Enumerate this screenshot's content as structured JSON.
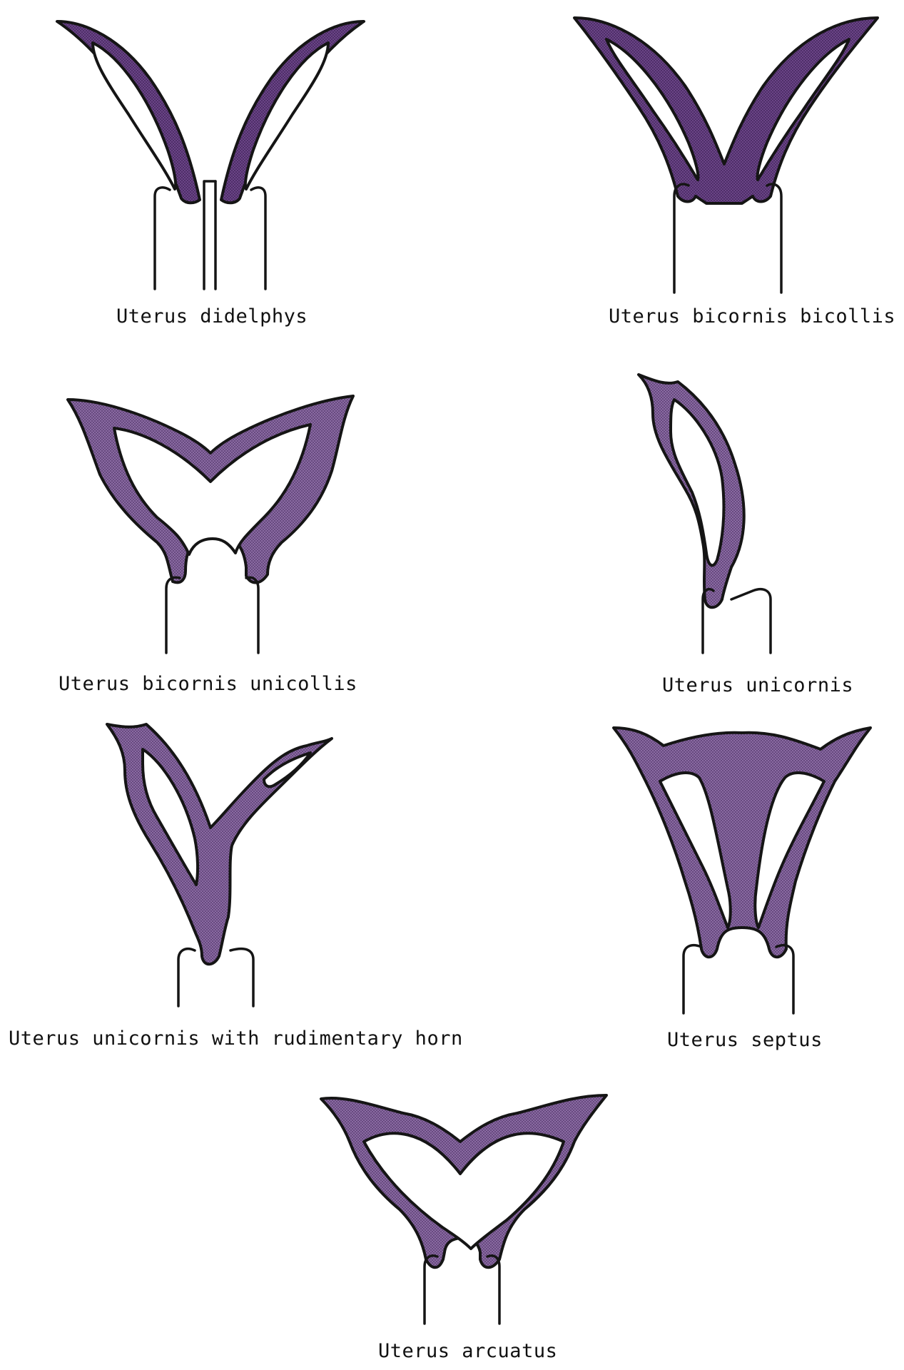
{
  "captions": {
    "didelphys": "Uterus didelphys",
    "bicornis_bicollis": "Uterus bicornis bicollis",
    "bicornis_unicollis": "Uterus bicornis unicollis",
    "unicornis": "Uterus unicornis",
    "unicornis_rudimentary": "Uterus unicornis with rudimentary horn",
    "septus": "Uterus septus",
    "arcuatus": "Uterus arcuatus"
  },
  "colors": {
    "wall_fill": "#7b5b93",
    "wall_fill_dark": "#5d3c78",
    "outline": "#151515",
    "background": "#ffffff"
  }
}
